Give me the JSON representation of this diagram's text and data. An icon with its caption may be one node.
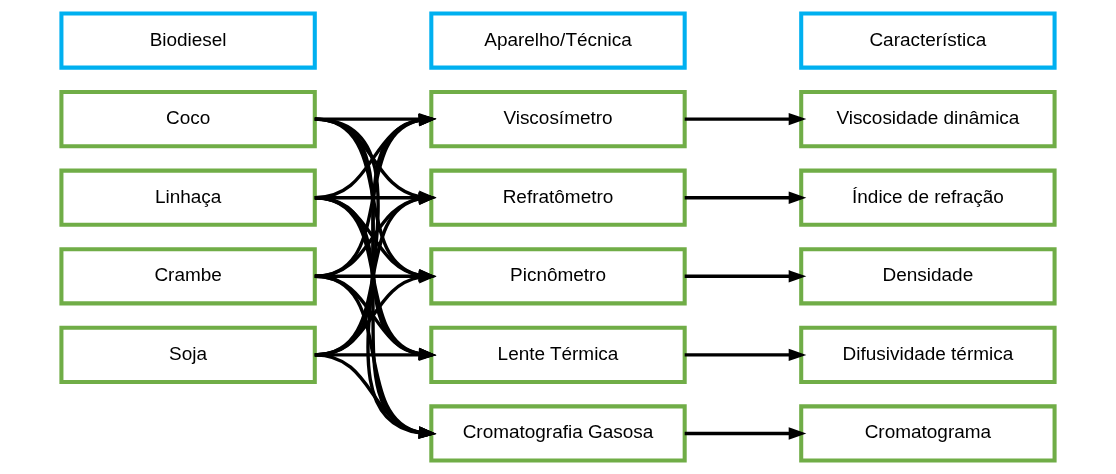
{
  "diagram": {
    "nodes": [
      {
        "text": [
          "Biodiesel"
        ]
      },
      {
        "text": [
          "Aparelho/Técnica"
        ]
      },
      {
        "text": [
          "Característica"
        ]
      },
      {
        "text": [
          "Coco"
        ]
      },
      {
        "text": [
          "Linhaça"
        ]
      },
      {
        "text": [
          "Crambe"
        ]
      },
      {
        "text": [
          "Soja"
        ]
      },
      {
        "text": [
          "Viscosímetro"
        ]
      },
      {
        "text": [
          "Refratômetro"
        ]
      },
      {
        "text": [
          "Picnômetro"
        ]
      },
      {
        "text": [
          "Lente Térmica"
        ]
      },
      {
        "text": [
          "Cromatografia Gasosa"
        ]
      },
      {
        "text": [
          "Viscosidade dinâmica"
        ]
      },
      {
        "text": [
          "Índice de refração"
        ]
      },
      {
        "text": [
          "Densidade"
        ]
      },
      {
        "text": [
          "Difusividade térmica"
        ]
      },
      {
        "text": [
          "Cromatograma"
        ]
      }
    ],
    "edges": [
      {
        "from": 3,
        "to": 7,
        "arrow": "to"
      },
      {
        "from": 3,
        "to": 8,
        "arrow": "to"
      },
      {
        "from": 3,
        "to": 9,
        "arrow": "to"
      },
      {
        "from": 3,
        "to": 10,
        "arrow": "to"
      },
      {
        "from": 3,
        "to": 11,
        "arrow": "to"
      },
      {
        "from": 4,
        "to": 7,
        "arrow": "to"
      },
      {
        "from": 4,
        "to": 8,
        "arrow": "to"
      },
      {
        "from": 4,
        "to": 9,
        "arrow": "to"
      },
      {
        "from": 4,
        "to": 10,
        "arrow": "to"
      },
      {
        "from": 4,
        "to": 11,
        "arrow": "to"
      },
      {
        "from": 5,
        "to": 7,
        "arrow": "to"
      },
      {
        "from": 5,
        "to": 8,
        "arrow": "to"
      },
      {
        "from": 5,
        "to": 9,
        "arrow": "to"
      },
      {
        "from": 5,
        "to": 10,
        "arrow": "to"
      },
      {
        "from": 5,
        "to": 11,
        "arrow": "to"
      },
      {
        "from": 6,
        "to": 7,
        "arrow": "to"
      },
      {
        "from": 6,
        "to": 8,
        "arrow": "to"
      },
      {
        "from": 6,
        "to": 9,
        "arrow": "to"
      },
      {
        "from": 6,
        "to": 10,
        "arrow": "to"
      },
      {
        "from": 6,
        "to": 11,
        "arrow": "to"
      },
      {
        "from": 7,
        "to": 12,
        "arrow": "to"
      },
      {
        "from": 8,
        "to": 13,
        "arrow": "to"
      },
      {
        "from": 9,
        "to": 14,
        "arrow": "to"
      },
      {
        "from": 10,
        "to": 15,
        "arrow": "to"
      },
      {
        "from": 11,
        "to": 16,
        "arrow": "to"
      }
    ]
  }
}
